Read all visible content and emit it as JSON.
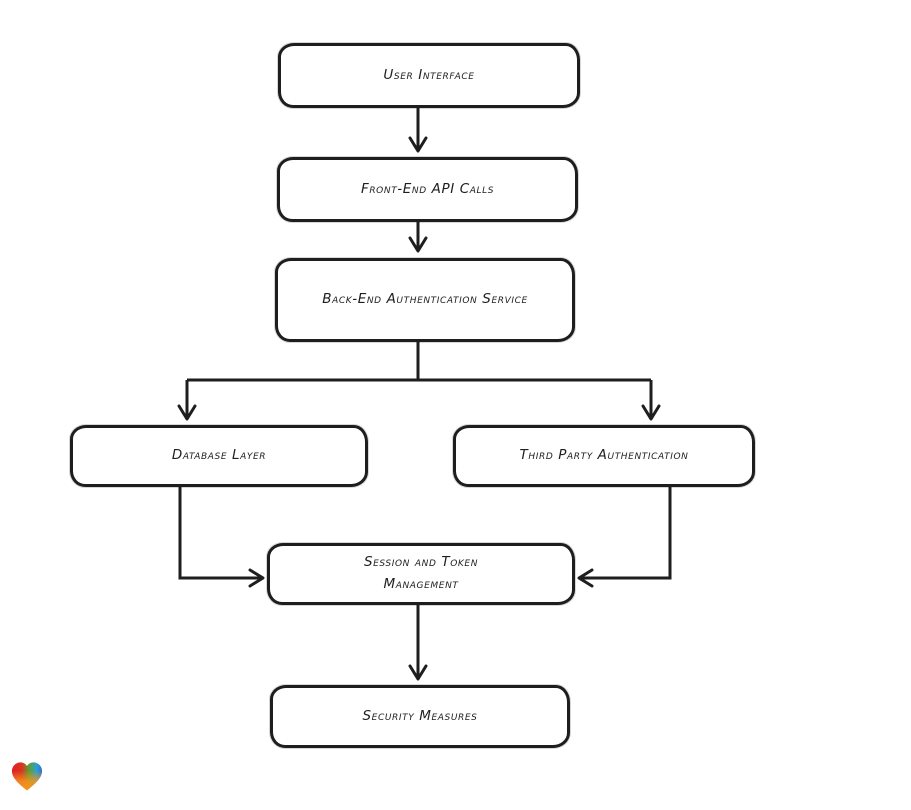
{
  "page": {
    "background_color": "#ffffff"
  },
  "diagram": {
    "type": "flowchart",
    "style": "hand-drawn",
    "stroke_color": "#1e1e1e",
    "node_fill": "#ffffff",
    "nodes": [
      {
        "id": "user-interface",
        "label": "User Interface"
      },
      {
        "id": "front-end-api-calls",
        "label": "Front-End API Calls"
      },
      {
        "id": "back-end-authentication-service",
        "label": "Back-End Authentication Service"
      },
      {
        "id": "database-layer",
        "label": "Database Layer"
      },
      {
        "id": "third-party-authentication",
        "label": "Third Party Authentication"
      },
      {
        "id": "session-and-token-management",
        "label": "Session and Token Management"
      },
      {
        "id": "security-measures",
        "label": "Security Measures"
      }
    ],
    "edges": [
      {
        "from": "user-interface",
        "to": "front-end-api-calls"
      },
      {
        "from": "front-end-api-calls",
        "to": "back-end-authentication-service"
      },
      {
        "from": "back-end-authentication-service",
        "to": "database-layer"
      },
      {
        "from": "back-end-authentication-service",
        "to": "third-party-authentication"
      },
      {
        "from": "database-layer",
        "to": "session-and-token-management"
      },
      {
        "from": "third-party-authentication",
        "to": "session-and-token-management"
      },
      {
        "from": "session-and-token-management",
        "to": "security-measures"
      }
    ],
    "logo": {
      "name": "heart-logo",
      "gradient_colors": [
        "#e31e25",
        "#5aa133",
        "#2f6fd8",
        "#f7941d"
      ]
    }
  }
}
